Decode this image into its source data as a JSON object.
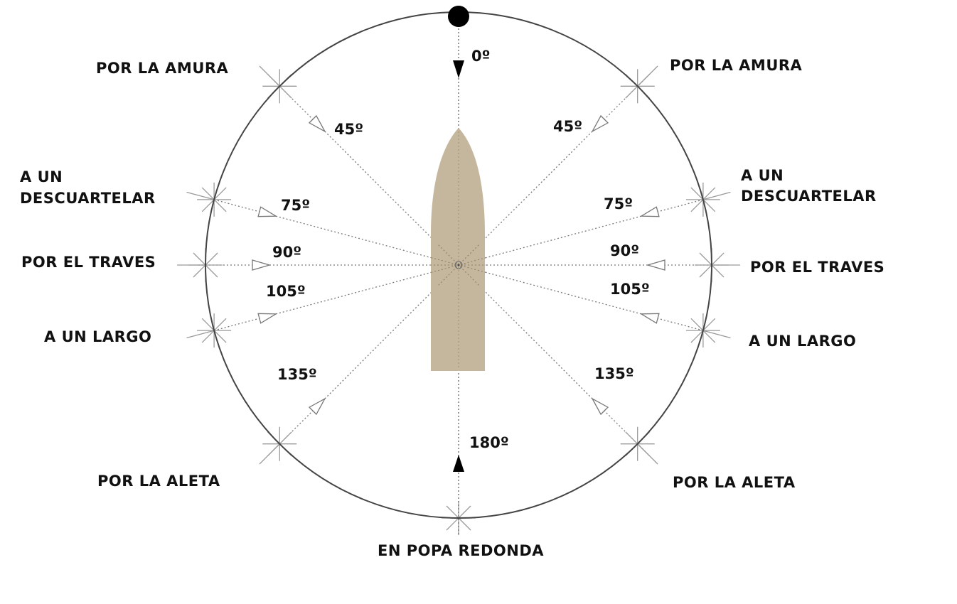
{
  "colors": {
    "circle": "#444444",
    "hull": "#c5b69e",
    "spoke": "#777777",
    "star": "#9a9a9a",
    "arrow_outline": "#777777",
    "text": "#111111"
  },
  "north_marker": {
    "label": "0º"
  },
  "south_marker": {
    "label": "180º"
  },
  "points_of_sail": {
    "stern": "EN POPA REDONDA",
    "port": [
      {
        "angle": 45,
        "label_lines": [
          "POR LA AMURA"
        ],
        "degree_label": "45º"
      },
      {
        "angle": 75,
        "label_lines": [
          "A UN",
          "DESCUARTELAR"
        ],
        "degree_label": "75º"
      },
      {
        "angle": 90,
        "label_lines": [
          "POR EL TRAVES"
        ],
        "degree_label": "90º"
      },
      {
        "angle": 105,
        "label_lines": [
          "A UN LARGO"
        ],
        "degree_label": "105º"
      },
      {
        "angle": 135,
        "label_lines": [
          "POR LA ALETA"
        ],
        "degree_label": "135º"
      }
    ],
    "starboard": [
      {
        "angle": 45,
        "label_lines": [
          "POR LA AMURA"
        ],
        "degree_label": "45º"
      },
      {
        "angle": 75,
        "label_lines": [
          "A UN",
          "DESCUARTELAR"
        ],
        "degree_label": "75º"
      },
      {
        "angle": 90,
        "label_lines": [
          "POR EL TRAVES"
        ],
        "degree_label": "90º"
      },
      {
        "angle": 105,
        "label_lines": [
          "A UN LARGO"
        ],
        "degree_label": "105º"
      },
      {
        "angle": 135,
        "label_lines": [
          "POR LA ALETA"
        ],
        "degree_label": "135º"
      }
    ]
  }
}
